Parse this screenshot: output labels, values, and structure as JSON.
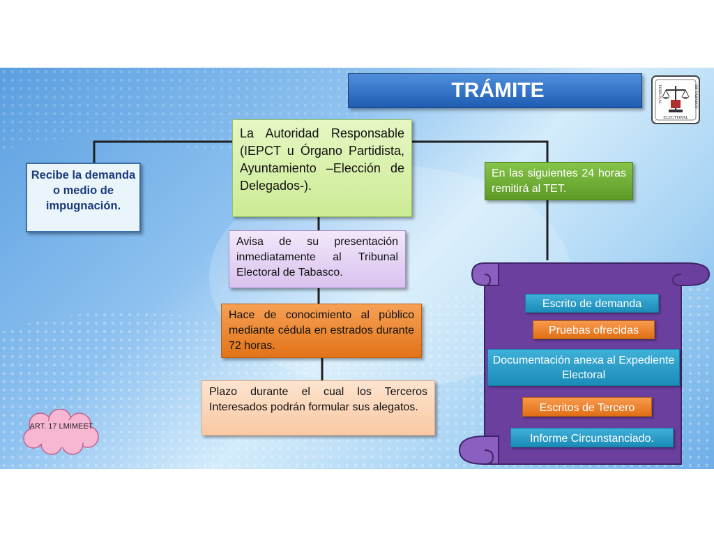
{
  "title": "TRÁMITE",
  "seal": {
    "icon": "scales-of-justice-icon",
    "text_top": "TRIBUNAL",
    "text_side": "DE TABASCO",
    "text_bottom": "ELECTORAL"
  },
  "nodes": {
    "recibe": "Recibe la demanda o medio de impugnación.",
    "autoridad": "La Autoridad Responsable (IEPCT u Órgano Partidista, Ayuntamiento –Elección de Delegados-).",
    "remitira": "En las siguientes 24 horas remitirá al TET.",
    "avisa": "Avisa de su presentación inmediatamente al Tribunal Electoral de Tabasco.",
    "hace": "Hace de conocimiento al público mediante cédula en estrados durante 72 horas.",
    "plazo": "Plazo durante el cual los Terceros Interesados podrán formular sus alegatos."
  },
  "scroll_items": [
    "Escrito de demanda",
    "Pruebas ofrecidas",
    "Documentación anexa al Expediente Electoral",
    "Escritos de Tercero",
    "Informe Circunstanciado."
  ],
  "note": "ART. 17 LMIMEET",
  "colors": {
    "title_blue": "#2f6fc6",
    "green_light": "#d7f0a8",
    "green_dark": "#6aab30",
    "purple_light": "#e3d2f3",
    "orange": "#ec8430",
    "peach": "#fbd6b8",
    "teal": "#2a9fcc",
    "scroll_purple": "#6a3f9e",
    "cloud_pink": "#f7b7d2"
  }
}
